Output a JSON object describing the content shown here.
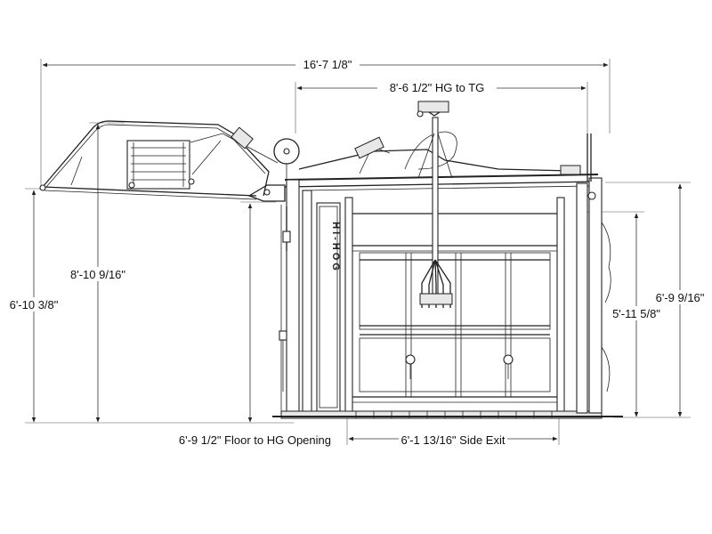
{
  "dimensions": {
    "overall_length": "16'-7 1/8\"",
    "hg_to_tg": "8'-6 1/2\" HG to TG",
    "raised_headgate_height": "8'-10 9/16\"",
    "overall_height": "6'-10 3/8\"",
    "right_total_height": "6'-9 9/16\"",
    "right_inner_height": "5'-11 5/8\"",
    "floor_to_hg_opening": "6'-9 1/2\" Floor to HG Opening",
    "side_exit": "6'-1 13/16\" Side Exit"
  },
  "branding": {
    "side_panel_text": "HI-HOG"
  }
}
